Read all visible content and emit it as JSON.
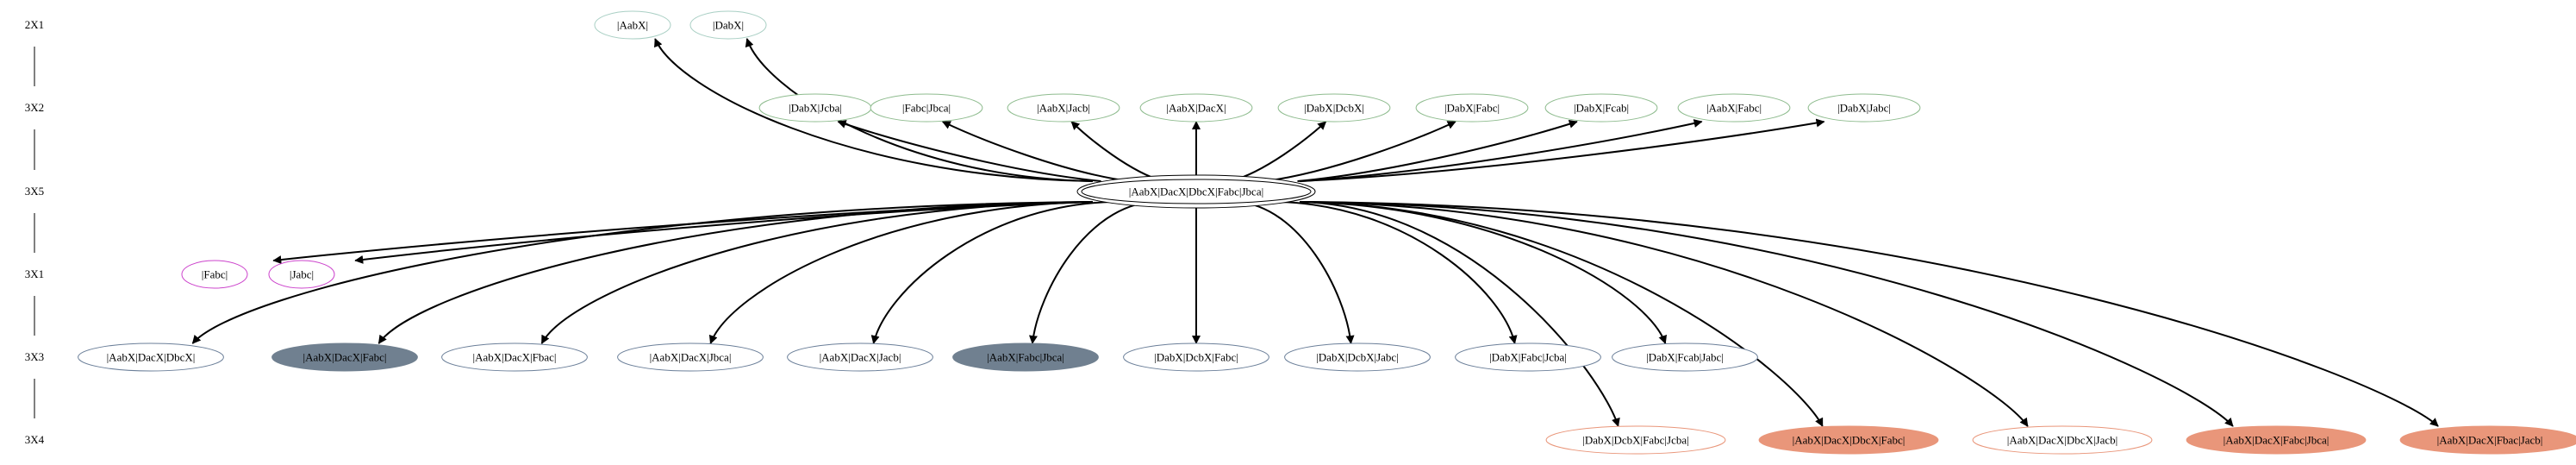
{
  "ranks": [
    {
      "id": "r1",
      "label": "2X1"
    },
    {
      "id": "r2",
      "label": "3X2"
    },
    {
      "id": "r3",
      "label": "3X5"
    },
    {
      "id": "r4",
      "label": "3X1"
    },
    {
      "id": "r5",
      "label": "3X3"
    },
    {
      "id": "r6",
      "label": "3X4"
    }
  ],
  "colors": {
    "green": "#8fbc8f",
    "teal": "#a9cfc4",
    "magenta": "#cc44cc",
    "slate": "#6b7f99",
    "slate_fill": "#708090",
    "salmon_fill": "#e9967a",
    "salmon_edge": "#e9967a",
    "root": "#000000"
  },
  "nodes": [
    {
      "id": "n_aabx",
      "label": "|AabX|",
      "rank": "r1",
      "style": "teal"
    },
    {
      "id": "n_dabx",
      "label": "|DabX|",
      "rank": "r1",
      "style": "teal"
    },
    {
      "id": "n_dabx_jcba",
      "label": "|DabX|Jcba|",
      "rank": "r2",
      "style": "green"
    },
    {
      "id": "n_fabc_jbca",
      "label": "|Fabc|Jbca|",
      "rank": "r2",
      "style": "green"
    },
    {
      "id": "n_aabx_jacb",
      "label": "|AabX|Jacb|",
      "rank": "r2",
      "style": "green"
    },
    {
      "id": "n_aabx_dacx",
      "label": "|AabX|DacX|",
      "rank": "r2",
      "style": "green"
    },
    {
      "id": "n_dabx_dcbx",
      "label": "|DabX|DcbX|",
      "rank": "r2",
      "style": "green"
    },
    {
      "id": "n_dabx_fabc",
      "label": "|DabX|Fabc|",
      "rank": "r2",
      "style": "green"
    },
    {
      "id": "n_dabx_fcab",
      "label": "|DabX|Fcab|",
      "rank": "r2",
      "style": "green"
    },
    {
      "id": "n_aabx_fabc",
      "label": "|AabX|Fabc|",
      "rank": "r2",
      "style": "green"
    },
    {
      "id": "n_dabx_jabc",
      "label": "|DabX|Jabc|",
      "rank": "r2",
      "style": "green"
    },
    {
      "id": "n_root",
      "label": "|AabX|DacX|DbcX|Fabc|Jbca|",
      "rank": "r3",
      "style": "root"
    },
    {
      "id": "n_fabc",
      "label": "|Fabc|",
      "rank": "r4",
      "style": "magenta"
    },
    {
      "id": "n_jabc",
      "label": "|Jabc|",
      "rank": "r4",
      "style": "magenta"
    },
    {
      "id": "n_3_1",
      "label": "|AabX|DacX|DbcX|",
      "rank": "r5",
      "style": "slate"
    },
    {
      "id": "n_3_2",
      "label": "|AabX|DacX|Fabc|",
      "rank": "r5",
      "style": "slate_filled"
    },
    {
      "id": "n_3_3",
      "label": "|AabX|DacX|Fbac|",
      "rank": "r5",
      "style": "slate"
    },
    {
      "id": "n_3_4",
      "label": "|AabX|DacX|Jbca|",
      "rank": "r5",
      "style": "slate"
    },
    {
      "id": "n_3_5",
      "label": "|AabX|DacX|Jacb|",
      "rank": "r5",
      "style": "slate"
    },
    {
      "id": "n_3_6",
      "label": "|AabX|Fabc|Jbca|",
      "rank": "r5",
      "style": "slate_filled"
    },
    {
      "id": "n_3_7",
      "label": "|DabX|DcbX|Fabc|",
      "rank": "r5",
      "style": "slate"
    },
    {
      "id": "n_3_8",
      "label": "|DabX|DcbX|Jabc|",
      "rank": "r5",
      "style": "slate"
    },
    {
      "id": "n_3_9",
      "label": "|DabX|Fabc|Jcba|",
      "rank": "r5",
      "style": "slate"
    },
    {
      "id": "n_3_10",
      "label": "|DabX|Fcab|Jabc|",
      "rank": "r5",
      "style": "slate"
    },
    {
      "id": "n_4_1",
      "label": "|DabX|DcbX|Fabc|Jcba|",
      "rank": "r6",
      "style": "salmon"
    },
    {
      "id": "n_4_2",
      "label": "|AabX|DacX|DbcX|Fabc|",
      "rank": "r6",
      "style": "salmon_filled"
    },
    {
      "id": "n_4_3",
      "label": "|AabX|DacX|DbcX|Jacb|",
      "rank": "r6",
      "style": "salmon"
    },
    {
      "id": "n_4_4",
      "label": "|AabX|DacX|Fabc|Jbca|",
      "rank": "r6",
      "style": "salmon_filled"
    },
    {
      "id": "n_4_5",
      "label": "|AabX|DacX|Fbac|Jacb|",
      "rank": "r6",
      "style": "salmon_filled"
    }
  ],
  "edges": [
    {
      "from": "n_root",
      "to": "n_aabx"
    },
    {
      "from": "n_root",
      "to": "n_dabx"
    },
    {
      "from": "n_root",
      "to": "n_dabx_jcba"
    },
    {
      "from": "n_root",
      "to": "n_fabc_jbca"
    },
    {
      "from": "n_root",
      "to": "n_aabx_jacb"
    },
    {
      "from": "n_root",
      "to": "n_aabx_dacx"
    },
    {
      "from": "n_root",
      "to": "n_dabx_dcbx"
    },
    {
      "from": "n_root",
      "to": "n_dabx_fabc"
    },
    {
      "from": "n_root",
      "to": "n_dabx_fcab"
    },
    {
      "from": "n_root",
      "to": "n_aabx_fabc"
    },
    {
      "from": "n_root",
      "to": "n_dabx_jabc"
    },
    {
      "from": "n_root",
      "to": "n_fabc"
    },
    {
      "from": "n_root",
      "to": "n_jabc"
    },
    {
      "from": "n_root",
      "to": "n_3_1"
    },
    {
      "from": "n_root",
      "to": "n_3_2"
    },
    {
      "from": "n_root",
      "to": "n_3_3"
    },
    {
      "from": "n_root",
      "to": "n_3_4"
    },
    {
      "from": "n_root",
      "to": "n_3_5"
    },
    {
      "from": "n_root",
      "to": "n_3_6"
    },
    {
      "from": "n_root",
      "to": "n_3_7"
    },
    {
      "from": "n_root",
      "to": "n_3_8"
    },
    {
      "from": "n_root",
      "to": "n_3_9"
    },
    {
      "from": "n_root",
      "to": "n_3_10"
    },
    {
      "from": "n_root",
      "to": "n_4_1"
    },
    {
      "from": "n_root",
      "to": "n_4_2"
    },
    {
      "from": "n_root",
      "to": "n_4_3"
    },
    {
      "from": "n_root",
      "to": "n_4_4"
    },
    {
      "from": "n_root",
      "to": "n_4_5"
    }
  ]
}
